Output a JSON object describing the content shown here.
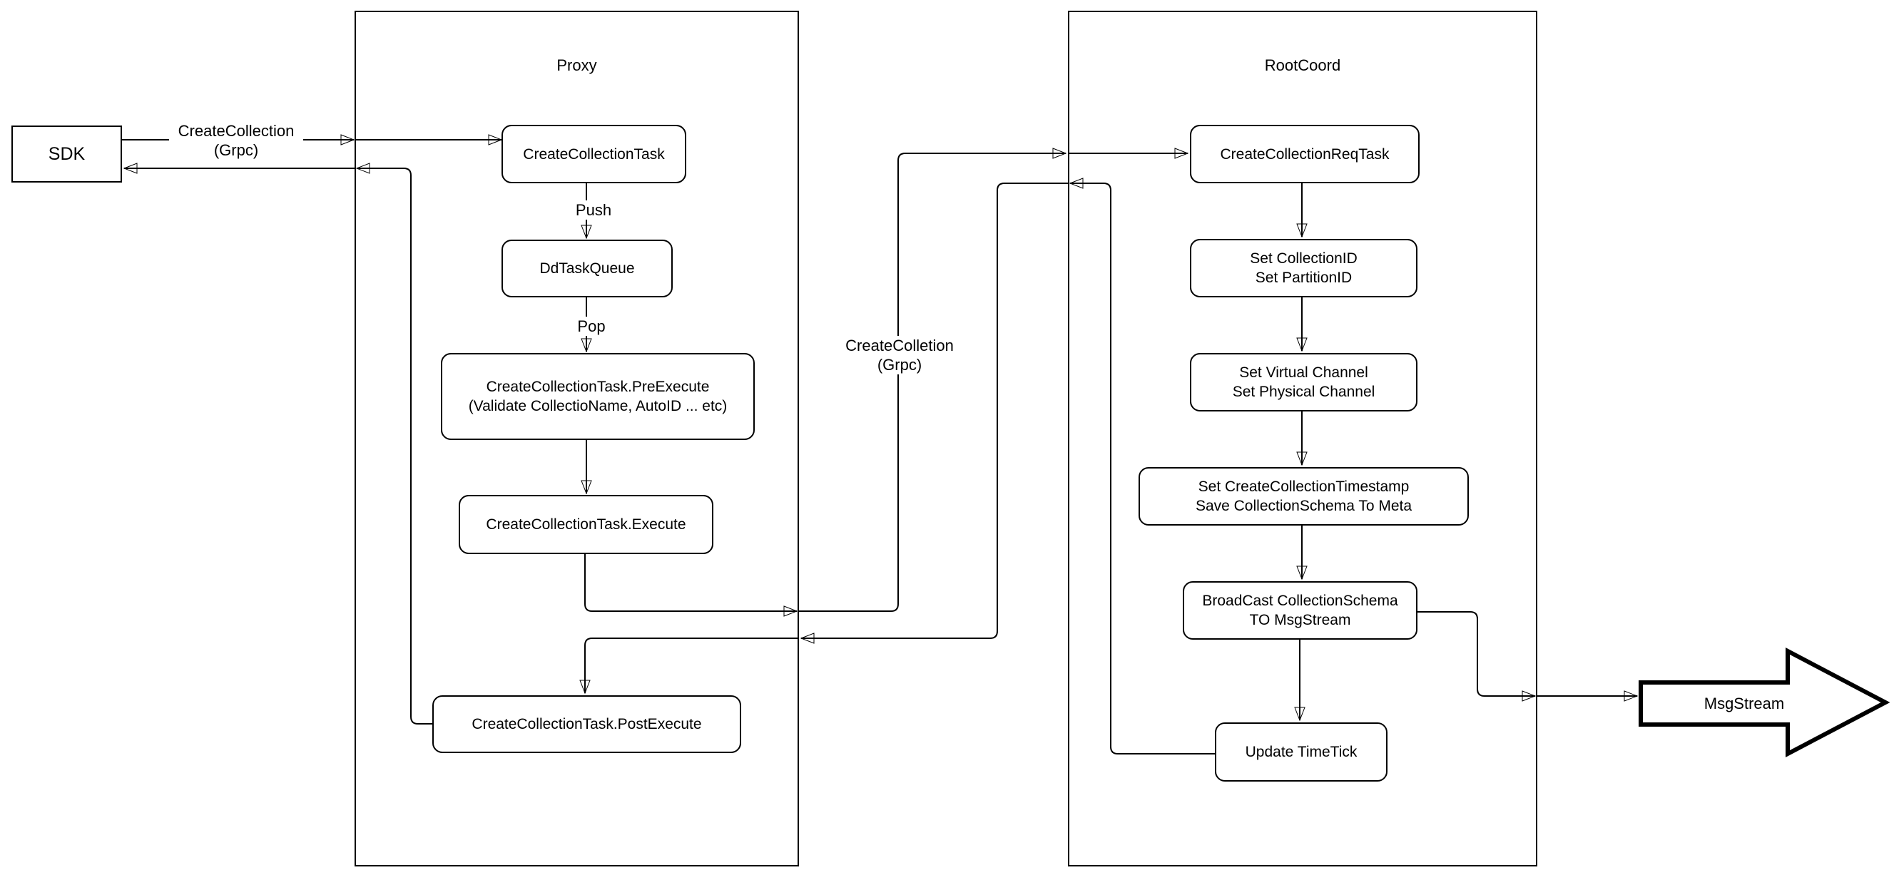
{
  "diagram": {
    "sdk_label": "SDK",
    "msgstream_label": "MsgStream",
    "proxy": {
      "title": "Proxy",
      "nodes": {
        "create_collection_task": "CreateCollectionTask",
        "dd_task_queue": "DdTaskQueue",
        "pre_execute": "CreateCollectionTask.PreExecute\n(Validate CollectioName, AutoID ... etc)",
        "execute": "CreateCollectionTask.Execute",
        "post_execute": "CreateCollectionTask.PostExecute"
      }
    },
    "rootcoord": {
      "title": "RootCoord",
      "nodes": {
        "req_task": "CreateCollectionReqTask",
        "set_ids": "Set CollectionID\nSet PartitionID",
        "set_channels": "Set Virtual Channel\nSet Physical Channel",
        "set_timestamp": "Set CreateCollectionTimestamp\nSave CollectionSchema To Meta",
        "broadcast": "BroadCast CollectionSchema\nTO MsgStream",
        "update_timetick": "Update TimeTick"
      }
    },
    "edge_labels": {
      "grpc_left": "CreateCollection\n(Grpc)",
      "grpc_mid": "CreateColletion\n(Grpc)",
      "push": "Push",
      "pop": "Pop"
    }
  }
}
